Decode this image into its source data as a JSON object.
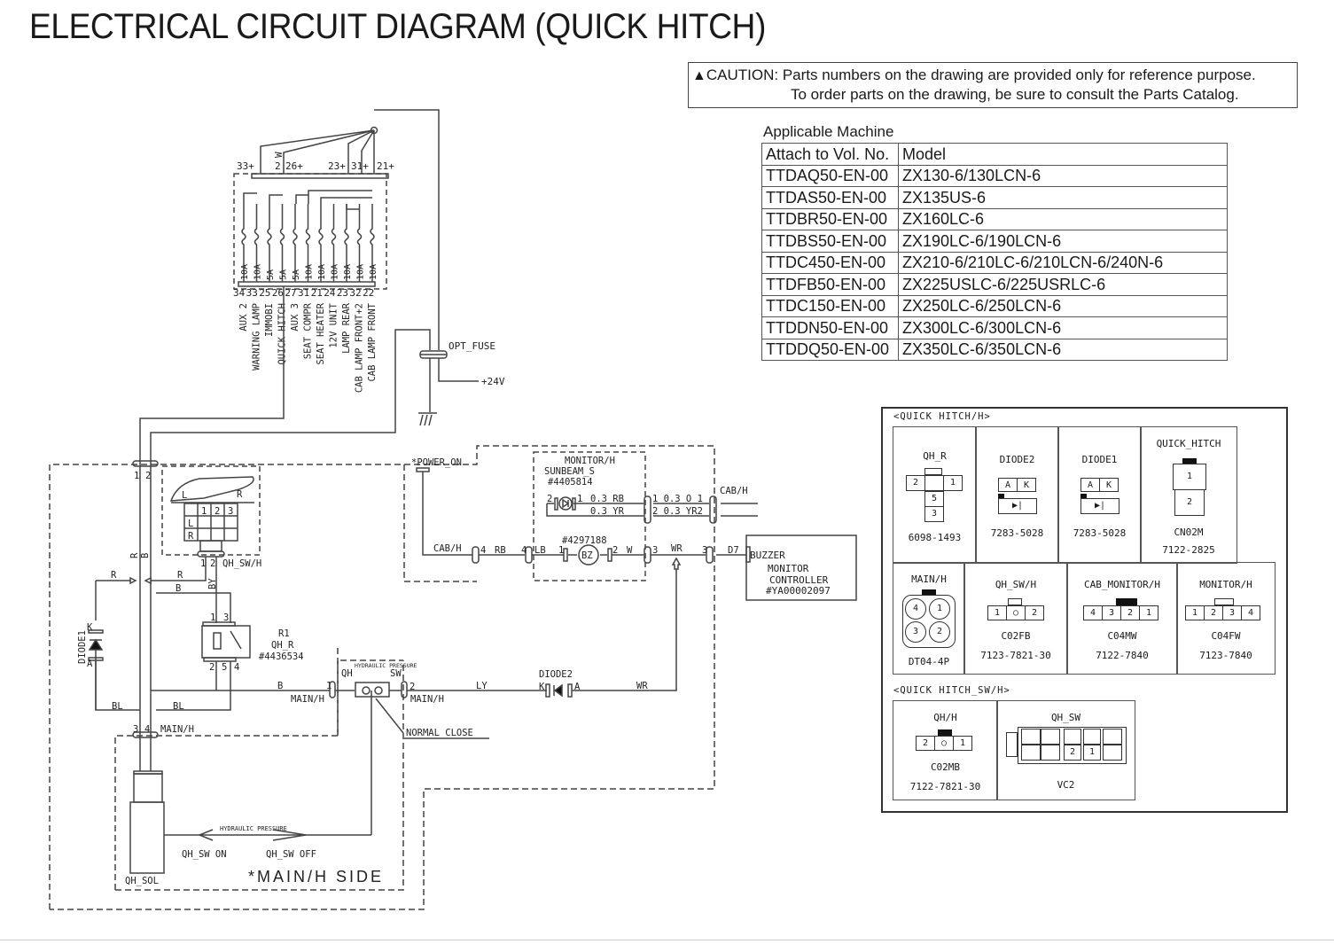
{
  "title": "ELECTRICAL CIRCUIT DIAGRAM (QUICK HITCH)",
  "caution": {
    "icon": "warning-triangle-icon",
    "label": "CAUTION:",
    "line1": "Parts numbers on the drawing are provided only for reference purpose.",
    "line2": "To order parts on the drawing, be sure to consult the Parts Catalog."
  },
  "applicable_machine": {
    "label": "Applicable Machine",
    "headers": [
      "Attach to Vol. No.",
      "Model"
    ],
    "rows": [
      [
        "TTDAQ50-EN-00",
        "ZX130-6/130LCN-6"
      ],
      [
        "TTDAS50-EN-00",
        "ZX135US-6"
      ],
      [
        "TTDBR50-EN-00",
        "ZX160LC-6"
      ],
      [
        "TTDBS50-EN-00",
        "ZX190LC-6/190LCN-6"
      ],
      [
        "TTDC450-EN-00",
        "ZX210-6/210LC-6/210LCN-6/240N-6"
      ],
      [
        "TTDFB50-EN-00",
        "ZX225USLC-6/225USRLC-6"
      ],
      [
        "TTDC150-EN-00",
        "ZX250LC-6/250LCN-6"
      ],
      [
        "TTDDN50-EN-00",
        "ZX300LC-6/300LCN-6"
      ],
      [
        "TTDDQ50-EN-00",
        "ZX350LC-6/350LCN-6"
      ]
    ]
  },
  "fuse_box": {
    "top_terminals": [
      "33+",
      "2",
      "26+",
      "23+",
      "31+",
      "21+"
    ],
    "wire_label_w": "W",
    "ratings": [
      "10A",
      "10A",
      "5A",
      "5A",
      "5A",
      "10A",
      "10A",
      "10A",
      "10A",
      "10A",
      "10A"
    ],
    "bottom_pins": [
      "34",
      "33",
      "25",
      "26",
      "27",
      "31",
      "21",
      "24",
      "23",
      "32",
      "22"
    ],
    "circuits": [
      "AUX 2",
      "WARNING LAMP",
      "IMMOBI",
      "QUICK HITCH",
      "AUX 3",
      "SEAT COMPR",
      "SEAT HEATER",
      "12V UNIT",
      "LAMP REAR",
      "CAB LAMP FRONT+2",
      "CAB LAMP FRONT"
    ]
  },
  "opt_fuse": {
    "label": "OPT_FUSE",
    "voltage": "+24V"
  },
  "power_on": "*POWER_ON",
  "monitor_section": {
    "monitor_h": "MONITOR/H",
    "sunbeam": "SUNBEAM_S",
    "sunbeam_part": "#4405814",
    "buzzer_part": "#4297188",
    "buzzer_symbol": "BZ",
    "cab_h": "CAB/H",
    "wires": {
      "rb_top": "0.3  RB",
      "yr_top": "0.3  YR",
      "o_right": "1 0.3   O 1",
      "yr_right": "2 0.3   YR2",
      "rb": "RB",
      "lb": "LB",
      "w": "W",
      "wr": "WR",
      "d7": "D7"
    },
    "pins": {
      "p1": "1",
      "p2": "2",
      "p3": "3",
      "p4": "4"
    }
  },
  "buzzer_box": {
    "l1": "BUZZER",
    "l2": "MONITOR",
    "l3": "CONTROLLER",
    "l4": "#YA00002097"
  },
  "main_circuit": {
    "qh_sw_h": "QH_SW/H",
    "main_h": "MAIN/H",
    "r1": "R1",
    "qh_r": "QH_R",
    "qh_r_part": "#4436534",
    "diode1": "DIODE1",
    "diode2": "DIODE2",
    "switch_label_l": "L",
    "switch_label_r": "R",
    "wire_r": "R",
    "wire_b": "B",
    "wire_by": "BY",
    "wire_bl": "BL",
    "wire_ly": "LY",
    "wire_wr": "WR",
    "qh": "QH",
    "sw": "SW",
    "hyd_pressure_small": "HYDRAULIC PRESSURE",
    "normal_close": "NORMAL CLOSE",
    "hydraulic_pressure": "HYDRAULIC PRESSURE",
    "qh_sw_on": "QH_SW ON",
    "qh_sw_off": "QH_SW OFF",
    "qh_sol": "QH_SOL",
    "main_h_side": "*MAIN/H SIDE",
    "k": "K",
    "a": "A"
  },
  "connectors": {
    "quick_hitch_h_label": "<QUICK HITCH/H>",
    "quick_hitch_sw_h_label": "<QUICK HITCH_SW/H>",
    "items": [
      {
        "name": "QH_R",
        "part": "6098-1493",
        "pins": [
          "2",
          "1",
          "5",
          "3"
        ]
      },
      {
        "name": "DIODE2",
        "part": "7283-5028",
        "pins": [
          "A",
          "K"
        ]
      },
      {
        "name": "DIODE1",
        "part": "7283-5028",
        "pins": [
          "A",
          "K"
        ]
      },
      {
        "name": "QUICK_HITCH",
        "type": "CN02M",
        "part": "7122-2825",
        "pins": [
          "1",
          "2"
        ]
      },
      {
        "name": "MAIN/H",
        "part": "DT04-4P",
        "pins": [
          "4",
          "1",
          "3",
          "2"
        ]
      },
      {
        "name": "QH_SW/H",
        "type": "C02FB",
        "part": "7123-7821-30",
        "pins": [
          "1",
          "2"
        ]
      },
      {
        "name": "CAB_MONITOR/H",
        "type": "C04MW",
        "part": "7122-7840",
        "pins": [
          "4",
          "3",
          "2",
          "1"
        ]
      },
      {
        "name": "MONITOR/H",
        "type": "C04FW",
        "part": "7123-7840",
        "pins": [
          "1",
          "2",
          "3",
          "4"
        ]
      },
      {
        "name": "QH/H",
        "type": "C02MB",
        "part": "7122-7821-30",
        "pins": [
          "2",
          "1"
        ]
      },
      {
        "name": "QH_SW",
        "part": "VC2",
        "pins": [
          "2",
          "1"
        ]
      }
    ]
  }
}
